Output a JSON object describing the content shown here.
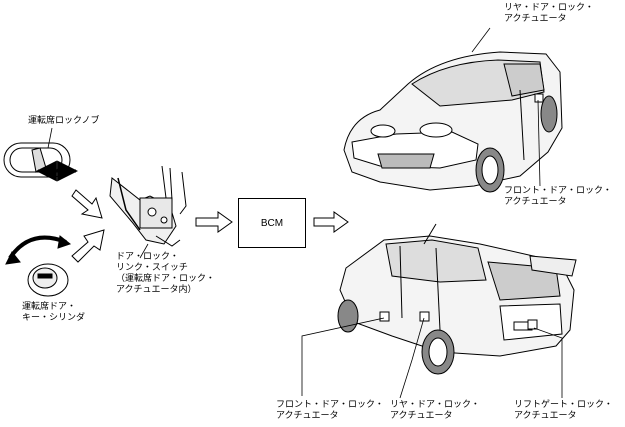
{
  "labels": {
    "driver_lock_knob": "運転席ロックノブ",
    "driver_key_cylinder": "運転席ドア・\nキー・シリンダ",
    "door_lock_link_switch": "ドア・ロック・\nリンク・スイッチ\n（運転席ドア・ロック・\nアクチュエータ内）",
    "bcm": "BCM",
    "rear_door_actuator_top": "リヤ・ドア・ロック・\nアクチュエータ",
    "front_door_actuator_right": "フロント・ドア・ロック・\nアクチュエータ",
    "front_door_actuator_bottom": "フロント・ドア・ロック・\nアクチュエータ",
    "rear_door_actuator_bottom": "リヤ・ドア・ロック・\nアクチュエータ",
    "liftgate_actuator": "リフトゲート・ロック・\nアクチュエータ"
  },
  "colors": {
    "line": "#000000",
    "background": "#ffffff",
    "car_fill": "#f2f2f2"
  }
}
